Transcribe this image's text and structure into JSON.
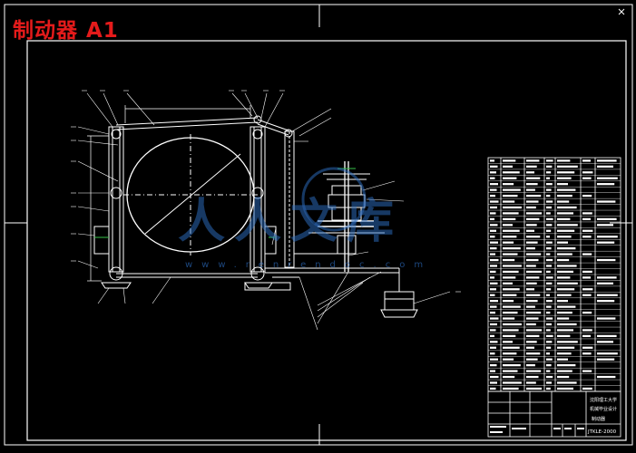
{
  "title": "制动器  A1",
  "watermark": {
    "text": "人人文库",
    "url": "www.renrendoc.com"
  },
  "title_block": {
    "university": "沈阳理工大学",
    "project": "机械毕业设计",
    "drawing_name": "制动器",
    "drawing_number": "JTKLE-2000"
  },
  "colors": {
    "background": "#000000",
    "lines": "#ffffff",
    "title": "#e41b1b",
    "watermark": "#2e6fc4",
    "green": "#39c24a"
  }
}
